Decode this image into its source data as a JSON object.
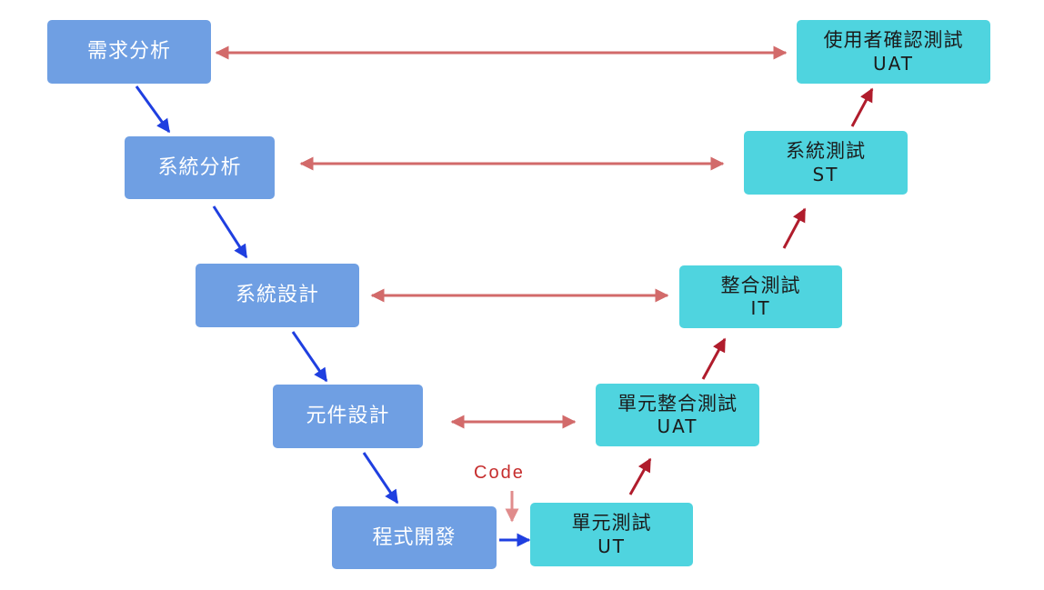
{
  "development_phases": [
    {
      "id": "req",
      "label": "需求分析"
    },
    {
      "id": "sa",
      "label": "系統分析"
    },
    {
      "id": "sd",
      "label": "系統設計"
    },
    {
      "id": "cd",
      "label": "元件設計"
    },
    {
      "id": "dev",
      "label": "程式開發"
    }
  ],
  "testing_phases": [
    {
      "id": "uat",
      "label": "使用者確認測試",
      "abbr": "UAT"
    },
    {
      "id": "st",
      "label": "系統測試",
      "abbr": "ST"
    },
    {
      "id": "it",
      "label": "整合測試",
      "abbr": "IT"
    },
    {
      "id": "uit",
      "label": "單元整合測試",
      "abbr": "UAT"
    },
    {
      "id": "ut",
      "label": "單元測試",
      "abbr": "UT"
    }
  ],
  "code_label": "Code",
  "colors": {
    "development_box": "#6f9fe3",
    "testing_box": "#4fd4df",
    "flow_arrow_down": "#1f3fe0",
    "flow_arrow_up": "#b01c2c",
    "correspondence_arrow": "#d26a6a",
    "code_arrow": "#e08c8c"
  }
}
